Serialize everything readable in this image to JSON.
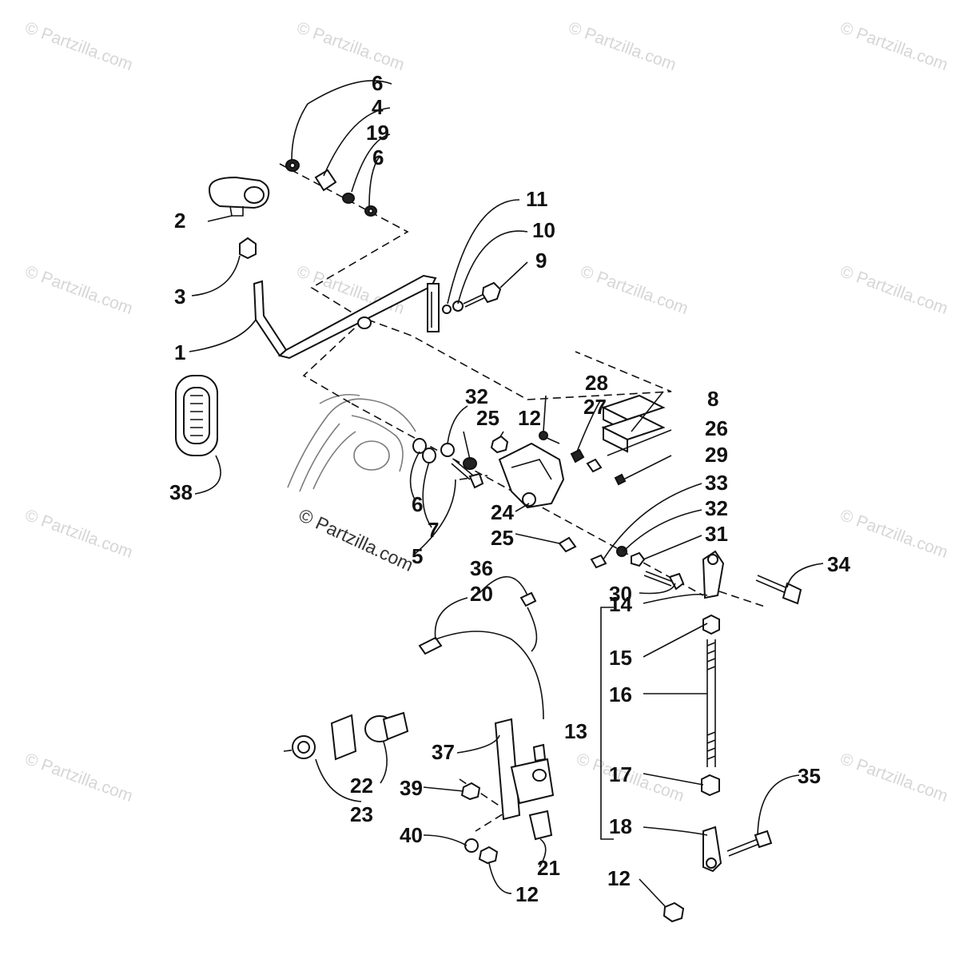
{
  "watermark": {
    "corner_text": "© Partzilla.com",
    "center_text": "© Partzilla.com"
  },
  "callouts": {
    "c1": "1",
    "c2": "2",
    "c3": "3",
    "c4": "4",
    "c5": "5",
    "c6a": "6",
    "c6b": "6",
    "c6c": "6",
    "c7": "7",
    "c8": "8",
    "c9": "9",
    "c10": "10",
    "c11": "11",
    "c12a": "12",
    "c12b": "12",
    "c12c": "12",
    "c13": "13",
    "c14": "14",
    "c15": "15",
    "c16": "16",
    "c17": "17",
    "c18": "18",
    "c19": "19",
    "c20": "20",
    "c21": "21",
    "c22": "22",
    "c23": "23",
    "c24": "24",
    "c25a": "25",
    "c25b": "25",
    "c26": "26",
    "c27": "27",
    "c28": "28",
    "c29": "29",
    "c30": "30",
    "c31": "31",
    "c32a": "32",
    "c32b": "32",
    "c33": "33",
    "c34": "34",
    "c35": "35",
    "c36": "36",
    "c37": "37",
    "c38": "38",
    "c39": "39",
    "c40": "40"
  }
}
